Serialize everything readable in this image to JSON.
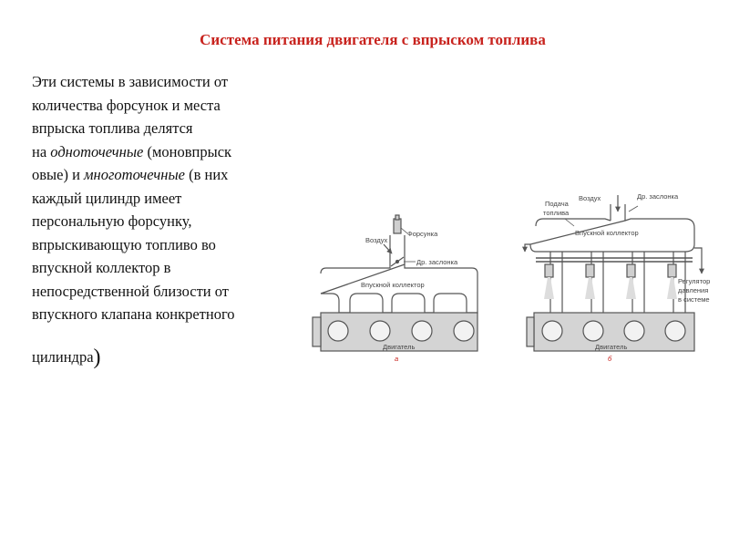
{
  "slide": {
    "title": "Система питания двигателя с впрыском топлива",
    "lines": [
      "Эти системы в зависимости от",
      "количества форсунок и места",
      "впрыска топлива делятся",
      {
        "pre": "на ",
        "em": "одноточечные",
        "post": " (моновпрыск"
      },
      {
        "pre": "овые)  и ",
        "em": "многоточечные",
        "post": " (в них"
      },
      "каждый цилиндр имеет",
      "персональную форсунку,",
      "впрыскивающую топливо во",
      "впускной коллектор в",
      "непосредственной близости от",
      "впускного клапана конкретного",
      {
        "pre": "цилиндра",
        "paren": ")"
      }
    ]
  },
  "diagram_a": {
    "air": "Воздух",
    "injector": "Форсунка",
    "throttle": "Др. заслонка",
    "manifold": "Впускной коллектор",
    "engine": "Двигатель",
    "caption": "а"
  },
  "diagram_b": {
    "fuel_supply_1": "Подача",
    "fuel_supply_2": "топлива",
    "air": "Воздух",
    "throttle": "Др. заслонка",
    "manifold": "Впускной коллектор",
    "regulator_1": "Регулятор",
    "regulator_2": "давления",
    "regulator_3": "в системе",
    "engine": "Двигатель",
    "caption": "б"
  },
  "colors": {
    "title": "#c8231e",
    "label_red": "#c8231e",
    "diagram_stroke": "#555555",
    "engine_fill": "#d4d4d4"
  }
}
